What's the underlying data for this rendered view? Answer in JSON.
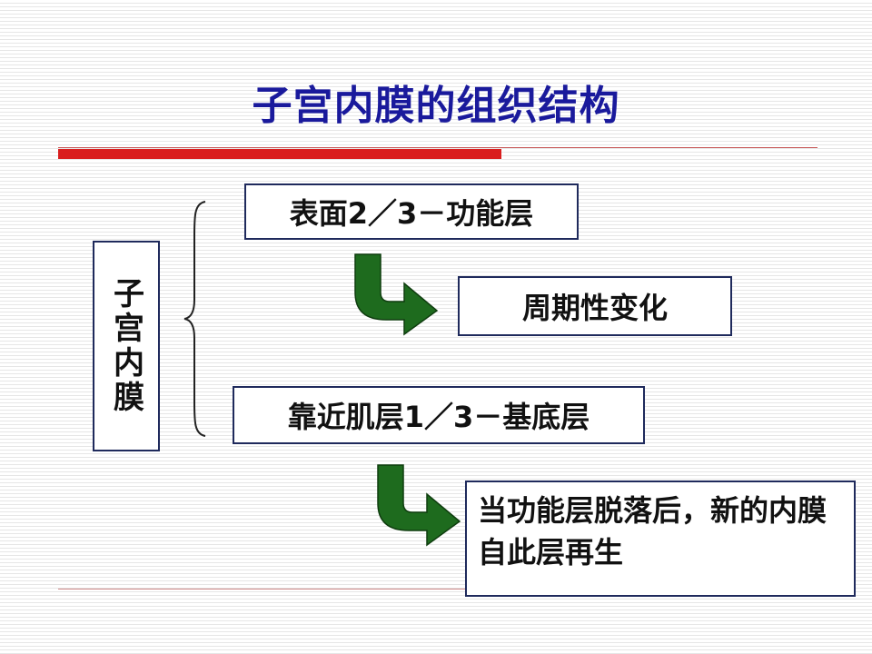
{
  "title": "子宫内膜的组织结构",
  "side_label": "子宫内膜",
  "layers": {
    "functional": "表面2／3－功能层",
    "functional_note": "周期性变化",
    "basal": "靠近肌层1／3－基底层",
    "basal_note": "当功能层脱落后，新的内膜自此层再生"
  },
  "colors": {
    "title": "#1a1a9c",
    "accent_bar": "#d91e1e",
    "arrow": "#1e6b1e",
    "box_border": "#1f2a5c"
  }
}
